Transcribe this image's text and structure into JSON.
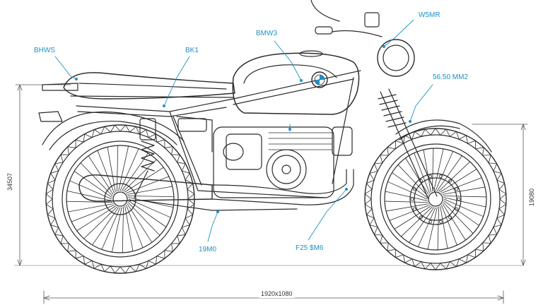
{
  "colors": {
    "ink": "#2b2b2b",
    "accent": "#1f8fc4",
    "dim": "#555555"
  },
  "icons": [
    "bmw-logo-icon"
  ],
  "labels": {
    "rear_fender": "BHWS",
    "frame_tube": "BK1",
    "fuel_tank": "BMW3",
    "headlight": "W5MR",
    "fork": "56.50 MM2",
    "exhaust": "19M0",
    "engine": "F25 $M6"
  },
  "dimensions": {
    "overall_length": "1920x1080",
    "rear_height": "34507",
    "front_height": "19080"
  }
}
